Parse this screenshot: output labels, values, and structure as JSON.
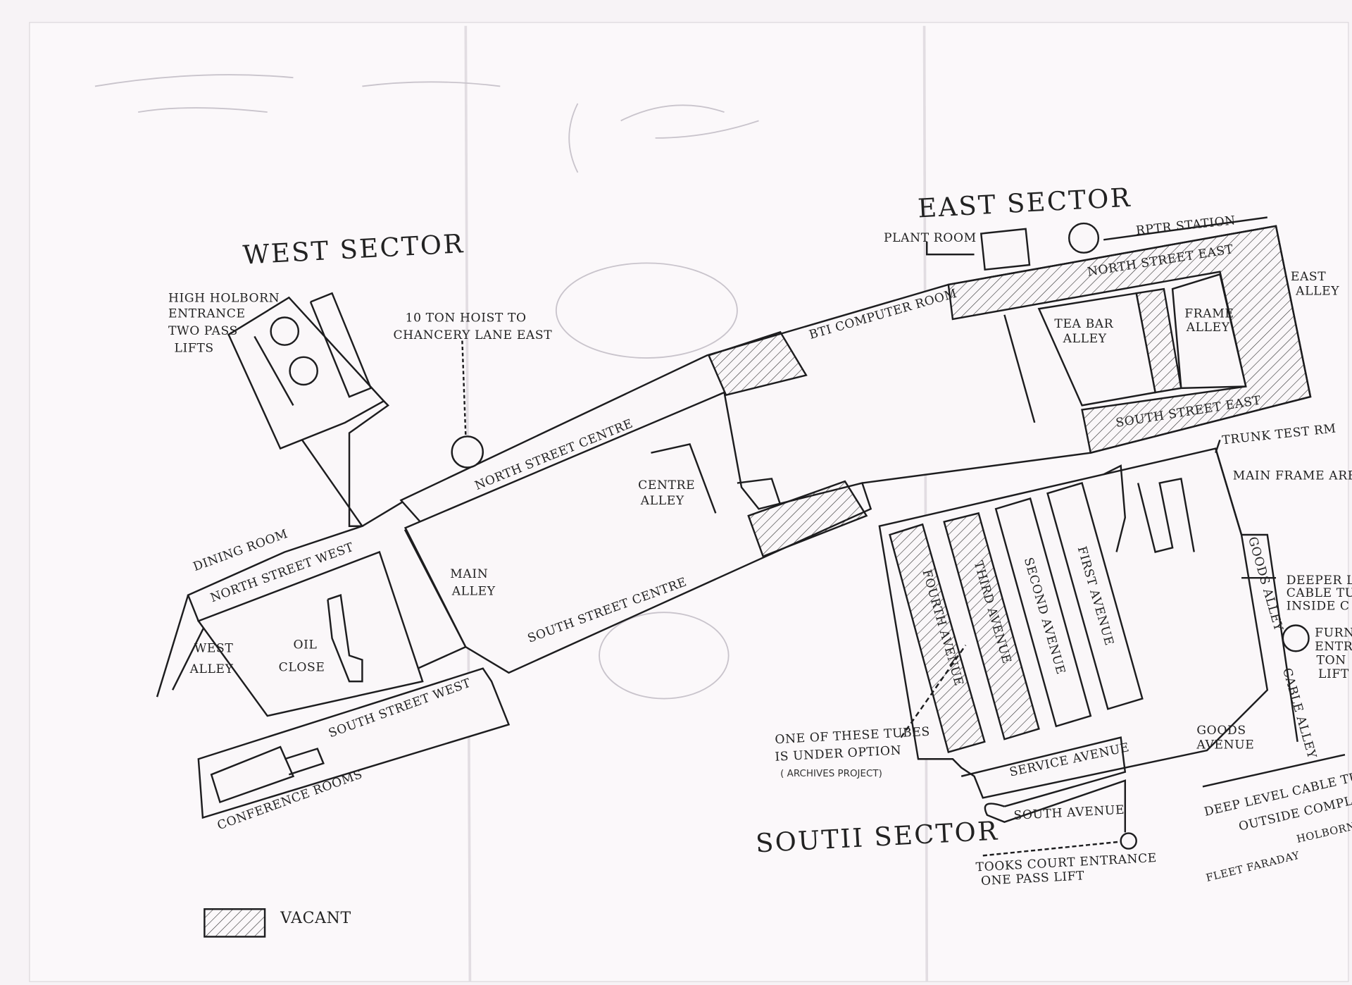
{
  "sectors": {
    "west": "WEST SECTOR",
    "east": "EAST SECTOR",
    "south": "SOUTII SECTOR"
  },
  "labels": {
    "high_holborn": [
      "HIGH HOLBORN",
      "ENTRANCE",
      "TWO PASS",
      "LIFTS"
    ],
    "hoist": [
      "10 TON HOIST TO",
      "CHANCERY LANE EAST"
    ],
    "plant_room": "PLANT ROOM",
    "rptr_station": "RPTR STATION",
    "north_street_east": "NORTH STREET EAST",
    "east_alley": [
      "EAST",
      "ALLEY"
    ],
    "bti_computer_room": "BTI COMPUTER ROOM",
    "tea_bar_alley": [
      "TEA BAR",
      "ALLEY"
    ],
    "frame_alley": [
      "FRAME",
      "ALLEY"
    ],
    "south_street_east": "SOUTH STREET EAST",
    "trunk_test_rm": "TRUNK TEST RM",
    "main_frame_area": "MAIN FRAME ARE",
    "north_street_centre": "NORTH STREET CENTRE",
    "centre_alley": [
      "CENTRE",
      "ALLEY"
    ],
    "main_alley": [
      "MAIN",
      "ALLEY"
    ],
    "south_street_centre": "SOUTH STREET CENTRE",
    "dining_room": "DINING ROOM",
    "north_street_west": "NORTH STREET WEST",
    "west_alley": [
      "WEST",
      "ALLEY"
    ],
    "oil_close": [
      "OIL",
      "CLOSE"
    ],
    "south_street_west": "SOUTH STREET WEST",
    "conference_rooms": "CONFERENCE ROOMS",
    "fourth_avenue": "FOURTH AVENUE",
    "third_avenue": "THIRD AVENUE",
    "second_avenue": "SECOND AVENUE",
    "first_avenue": "FIRST AVENUE",
    "goods_alley": "GOODS ALLEY",
    "cable_alley": "CABLE ALLEY",
    "deeper_cable": [
      "DEEPER L",
      "CABLE TU",
      "INSIDE C"
    ],
    "furnival": [
      "FURN",
      "ENTR",
      "TON",
      "LIFT"
    ],
    "goods_avenue": [
      "GOODS",
      "AVENUE"
    ],
    "service_avenue": "SERVICE AVENUE",
    "south_avenue": "SOUTH AVENUE",
    "tubes_option": [
      "ONE OF THESE TUBES",
      "IS UNDER OPTION"
    ],
    "archives_note": "( ARCHIVES PROJECT)",
    "tooks_court": [
      "TOOKS COURT ENTRANCE",
      "ONE PASS LIFT"
    ],
    "deep_level": [
      "DEEP LEVEL CABLE TU",
      "OUTSIDE COMPLE"
    ],
    "holborn": "HOLBORN",
    "fleet_faraday": "FLEET FARADAY"
  },
  "legend": {
    "vacant": "VACANT"
  },
  "colors": {
    "paper": "#f7f3f6",
    "ink": "#1d1d1f",
    "pencil": "#c9c4cc"
  }
}
